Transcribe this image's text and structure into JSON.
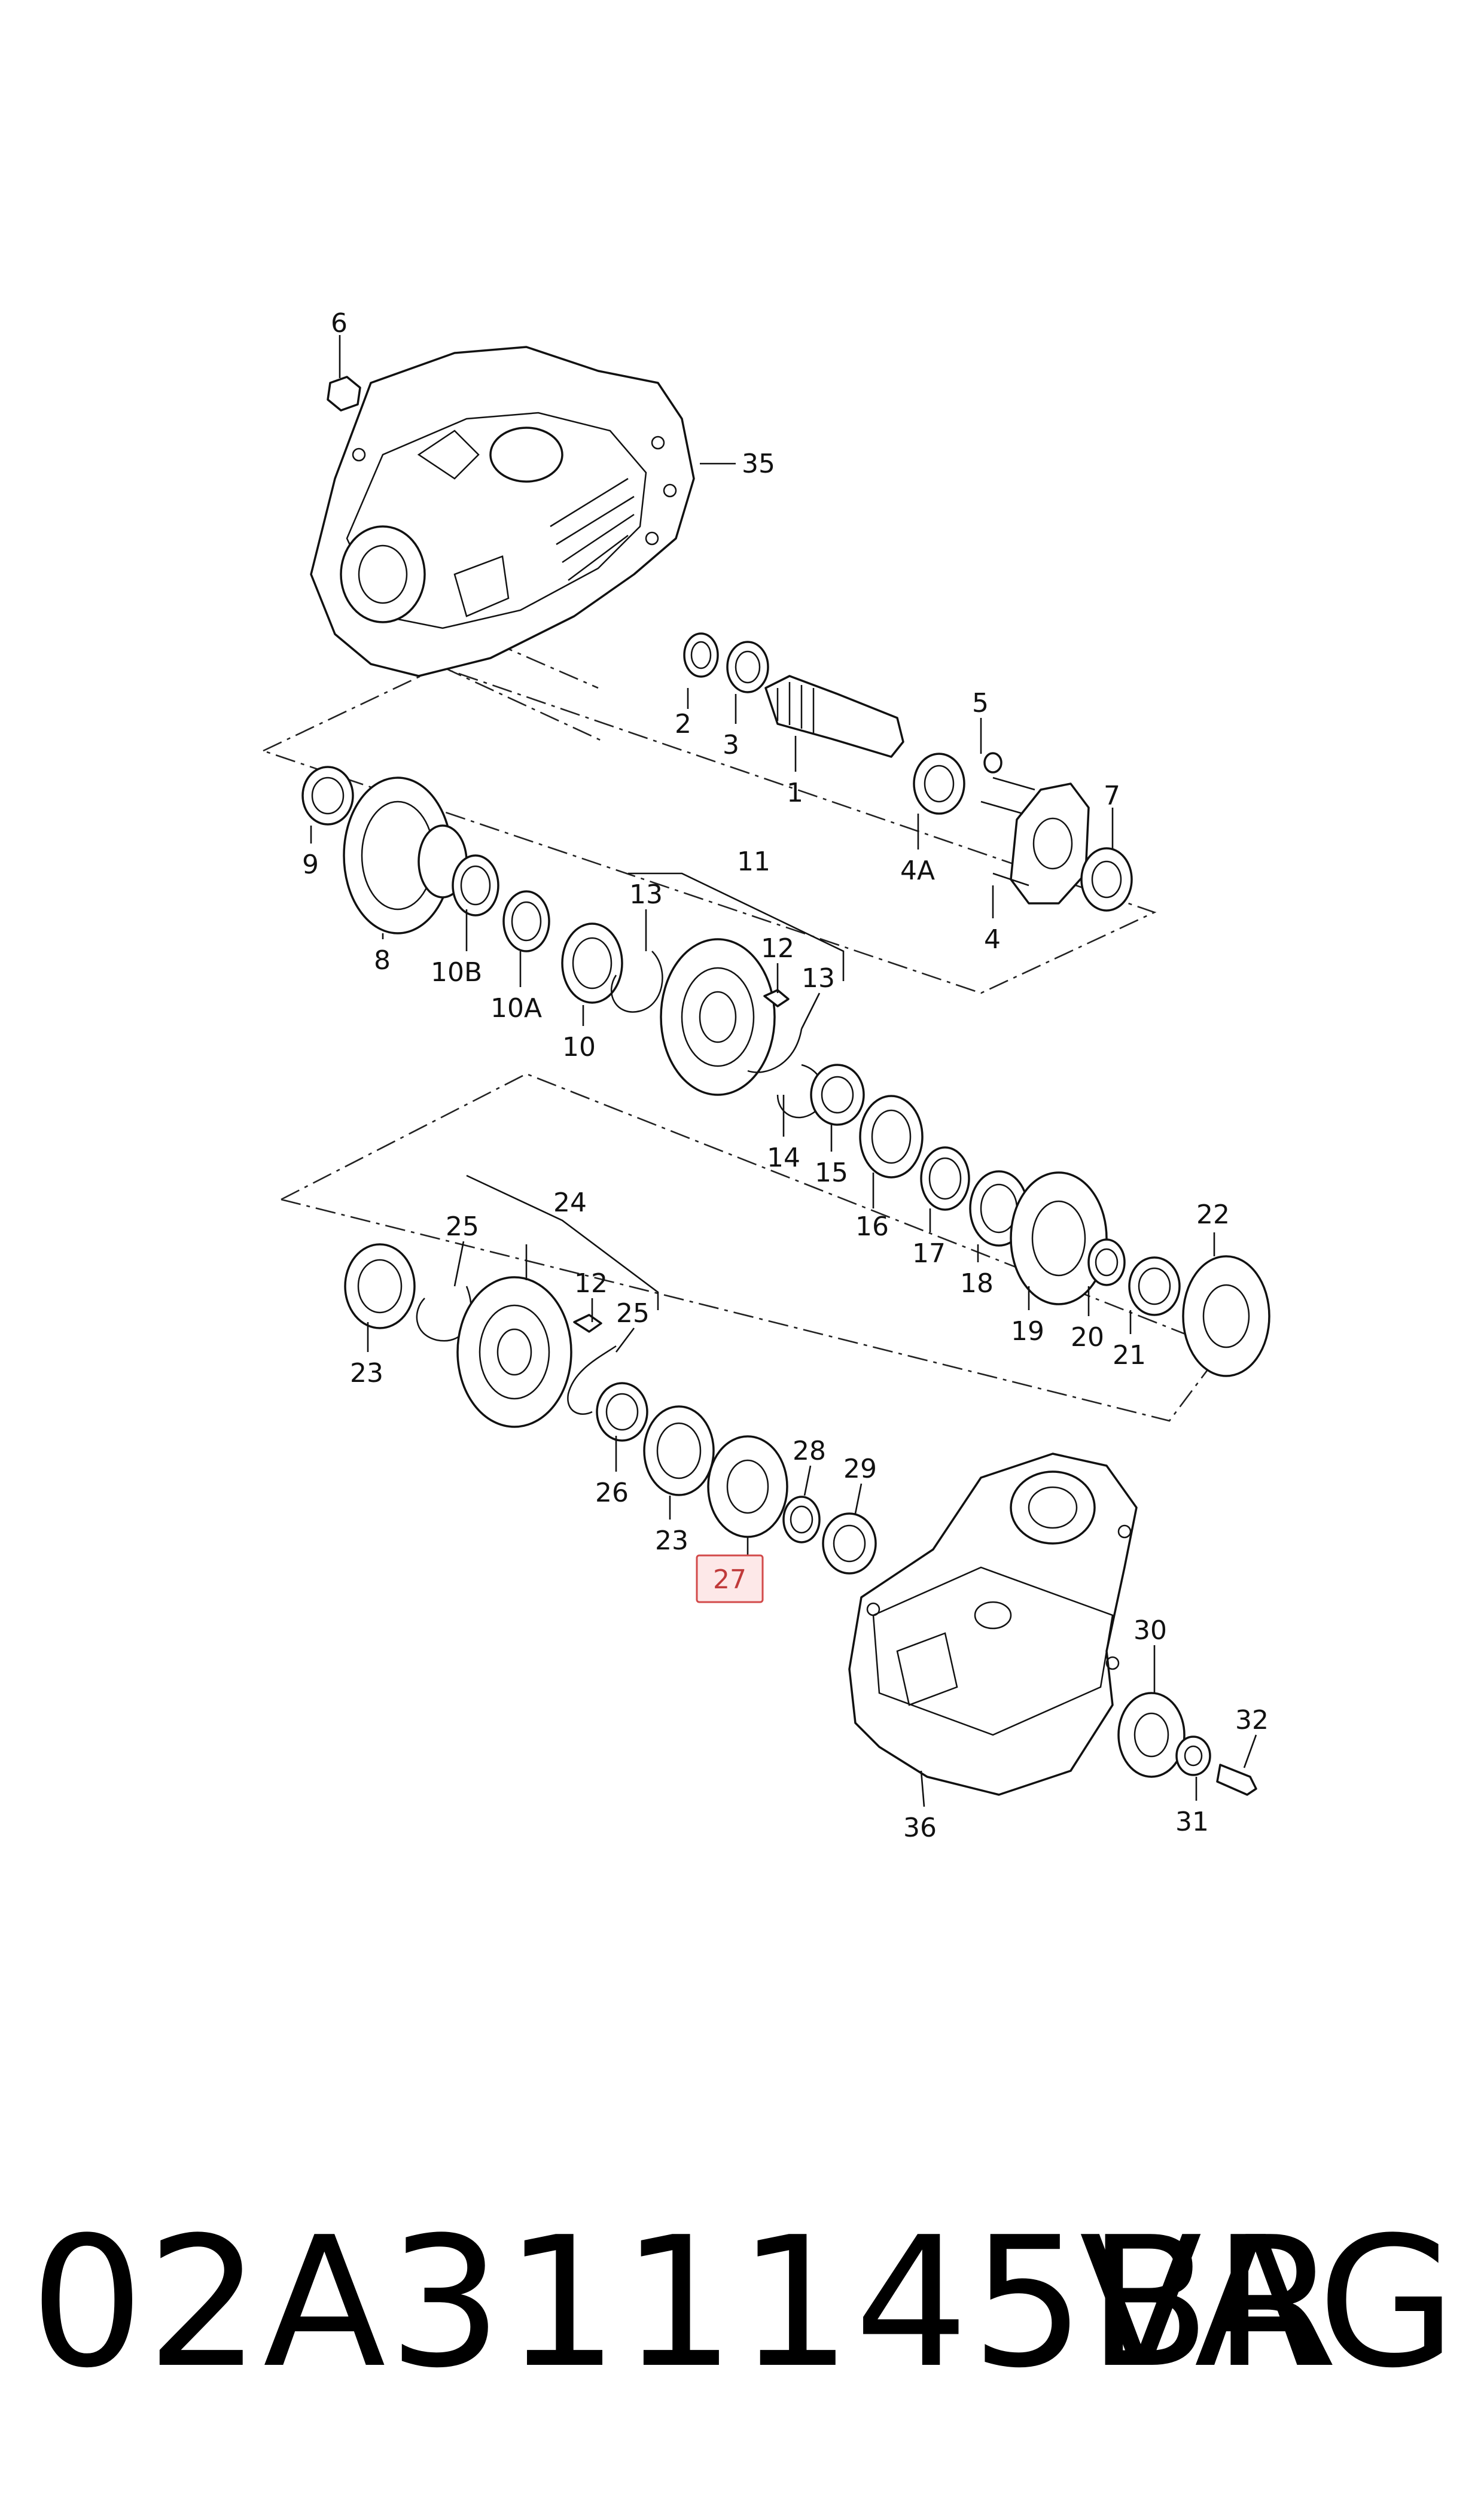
{
  "callouts": {
    "c1": "1",
    "c2": "2",
    "c3": "3",
    "c4": "4",
    "c4a": "4A",
    "c5": "5",
    "c6": "6",
    "c7": "7",
    "c8": "8",
    "c9": "9",
    "c10": "10",
    "c10a": "10A",
    "c10b": "10B",
    "c11": "11",
    "c12a": "12",
    "c12b": "12",
    "c13a": "13",
    "c13b": "13",
    "c14": "14",
    "c15": "15",
    "c16": "16",
    "c17": "17",
    "c18": "18",
    "c19": "19",
    "c20": "20",
    "c21": "21",
    "c22": "22",
    "c23a": "23",
    "c23b": "23",
    "c24": "24",
    "c25a": "25",
    "c25b": "25",
    "c26": "26",
    "c27": "27",
    "c28": "28",
    "c29": "29",
    "c30": "30",
    "c31": "31",
    "c32": "32",
    "c35": "35",
    "c36": "36"
  },
  "highlight": {
    "callout": "27",
    "color": "#d24a4a"
  },
  "footer": {
    "part_number": "02A311145BR",
    "brand": "VAG"
  }
}
